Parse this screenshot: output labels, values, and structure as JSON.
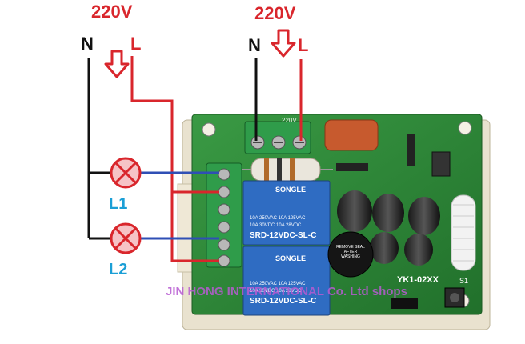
{
  "labels": {
    "left_voltage": "220V",
    "right_voltage": "220V",
    "left_neutral": "N",
    "left_live": "L",
    "right_neutral": "N",
    "right_live": "L",
    "lamp1": "L1",
    "lamp2": "L2"
  },
  "board": {
    "terminal_label_top": "220V",
    "model": "YK1-02XX",
    "switch_label": "S1",
    "relays": [
      {
        "brand": "SONGLE",
        "ratings": [
          "10A 250VAC  10A 125VAC",
          "10A 30VDC  10A 28VDC"
        ],
        "part": "SRD-12VDC-SL-C"
      },
      {
        "brand": "SONGLE",
        "ratings": [
          "10A 250VAC  10A 125VAC",
          "10A 30VDC  10A 28VDC"
        ],
        "part": "SRD-12VDC-SL-C"
      }
    ],
    "buzzer_text": "REMOVE SEAL AFTER WASHING"
  },
  "watermark": "JIN HONG INTERNATIONAL Co. Ltd shops",
  "colors": {
    "label_red": "#d9262c",
    "lamp_label_blue": "#1b9fd6",
    "wire_red": "#d9262c",
    "wire_blue": "#2f4fb5",
    "wire_black": "#111111",
    "pcb_green": "#2f8a3a",
    "relay_blue": "#2f6cc2",
    "watermark": "#b85bd2"
  },
  "icons": [
    "down-arrow-icon",
    "lamp-icon"
  ]
}
